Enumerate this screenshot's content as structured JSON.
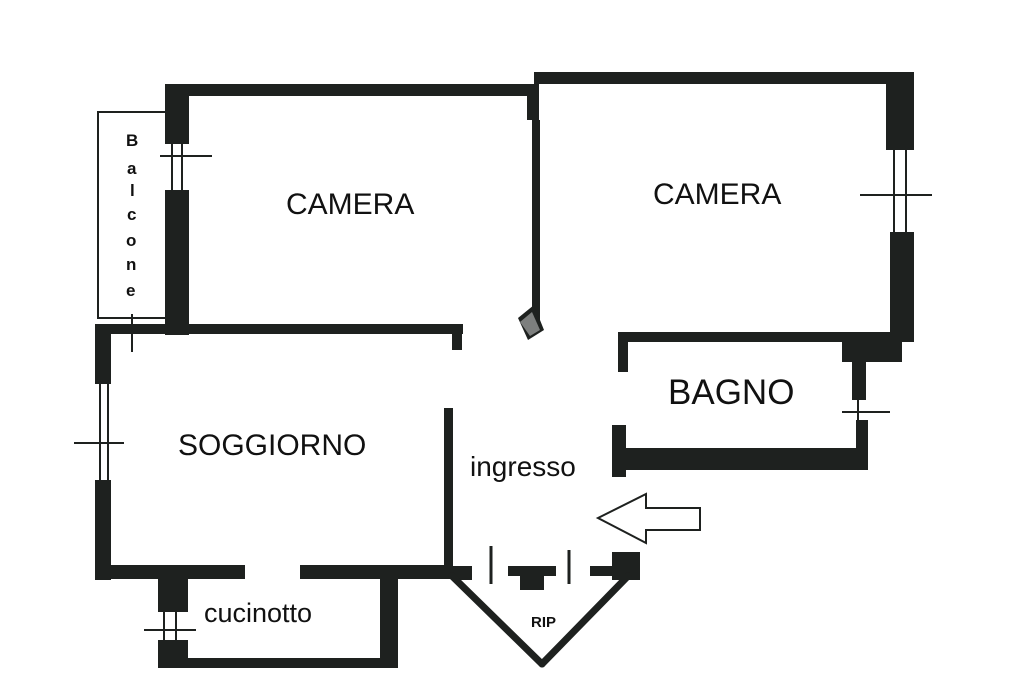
{
  "floor_plan": {
    "rooms": {
      "camera_left": "CAMERA",
      "camera_right": "CAMERA",
      "bagno": "BAGNO",
      "soggiorno": "SOGGIORNO",
      "ingresso": "ingresso",
      "cucinotto": "cucinotto",
      "ripostiglio": "RIP"
    },
    "balcone_letters": [
      "B",
      "a",
      "l",
      "c",
      "o",
      "n",
      "e"
    ],
    "entrance_marker": "arrow-left-icon",
    "colors": {
      "wall": "#1e211f",
      "background": "#ffffff"
    }
  }
}
